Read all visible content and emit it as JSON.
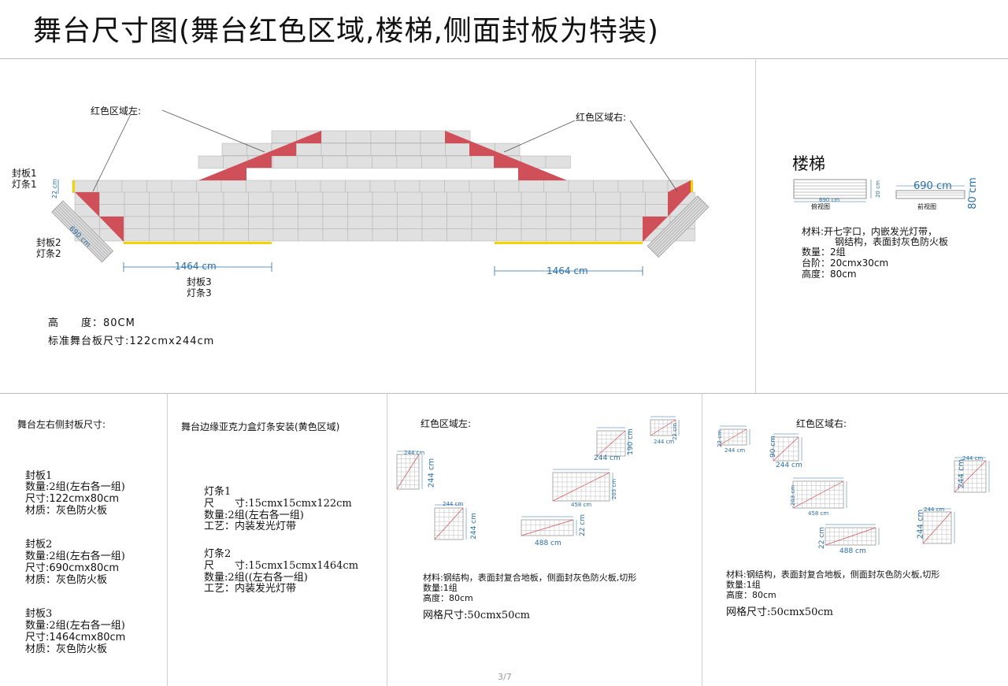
{
  "title": "舞台尺寸图(舞台红色区域,楼梯,侧面封板为特装)",
  "stage": {
    "red_left_label": "红色区域左:",
    "red_right_label": "红色区域右:",
    "panel1_label": "封板1",
    "light1_label": "灯条1",
    "panel2_label": "封板2",
    "light2_label": "灯条2",
    "panel3_label": "封板3",
    "light3_label": "灯条3",
    "dim_1464_left": "1464 cm",
    "dim_1464_right": "1464 cm",
    "dim_690": "690 cm",
    "dim_22": "22 cm",
    "height_line": "高　　度：80CM",
    "standard_line": "标准舞台板尺寸:122cmx244cm",
    "colors": {
      "red": "#d0505a",
      "grid": "#e0e0e0",
      "yellow": "#f2d300",
      "dim": "#2a6fa6"
    }
  },
  "stairs": {
    "heading": "楼梯",
    "dim_690": "690 cm",
    "dim_20": "20 cm",
    "dim_80": "80 cm",
    "top_view": "俯视图",
    "front_view": "前视图",
    "material_1": "材料:开七字口，内嵌发光灯带，",
    "material_2": "钢结构，表面封灰色防火板",
    "qty": "数量：2组",
    "step": "台阶：20cmx30cm",
    "height": "高度：80cm"
  },
  "side_panels": {
    "heading": "舞台左右侧封板尺寸:",
    "p1_name": "封板1",
    "p1_qty": "数量:2组(左右各一组)",
    "p1_size": "尺寸:122cmx80cm",
    "p1_mat": "材质：灰色防火板",
    "p2_name": "封板2",
    "p2_qty": "数量:2组(左右各一组)",
    "p2_size": "尺寸:690cmx80cm",
    "p2_mat": "材质：灰色防火板",
    "p3_name": "封板3",
    "p3_qty": "数量:2组(左右各一组)",
    "p3_size": "尺寸:1464cmx80cm",
    "p3_mat": "材质：灰色防火板"
  },
  "lights": {
    "heading": "舞台边缘亚克力盒灯条安装(黄色区域)",
    "l1_name": "灯条1",
    "l1_size": "尺　　寸:15cmx15cmx122cm",
    "l1_qty": "数量:2组(左右各一组)",
    "l1_craft": "工艺：内装发光灯带",
    "l2_name": "灯条2",
    "l2_size": "尺　　寸:15cmx15cmx1464cm",
    "l2_qty": "数量:2组((左右各一组)",
    "l2_craft": "工艺：内装发光灯带"
  },
  "red_left": {
    "heading": "红色区域左:",
    "dims": [
      "244 cm",
      "190 cm",
      "22 cm",
      "244 cm",
      "458 cm",
      "203 cm",
      "244 cm",
      "488 cm",
      "22 cm"
    ],
    "material": "材料:钢结构，表面封复合地板，侧面封灰色防火板,切形",
    "qty": "数量:1组",
    "height": "高度：80cm",
    "grid": "网格尺寸:50cmx50cm"
  },
  "red_right": {
    "heading": "红色区域右:",
    "dims": [
      "22 cm",
      "244 cm",
      "90 cm",
      "244 cm",
      "203 cm",
      "458 cm",
      "22 cm",
      "488 cm",
      "244 cm",
      "244 cm"
    ],
    "material": "材料:钢结构，表面封复合地板，侧面封灰色防火板,切形",
    "qty": "数量:1组",
    "height": "高度：80cm",
    "grid": "网格尺寸:50cmx50cm"
  },
  "page_number": "3/7"
}
